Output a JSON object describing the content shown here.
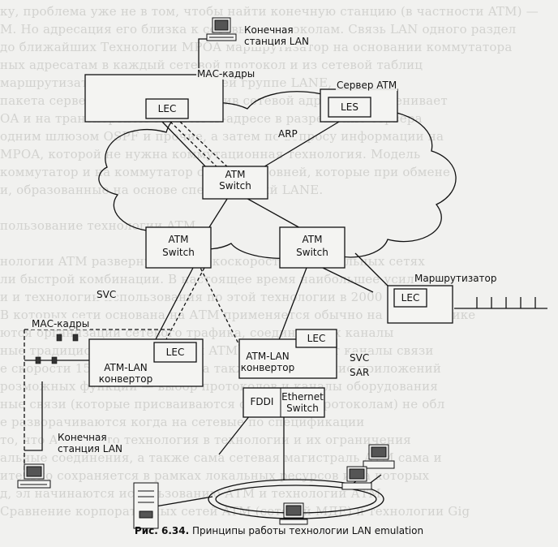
{
  "background_text": [
    "ку, проблема уже не в том, чтобы найти конечную станцию (в частности ATM) —",
    "М. Но адресация его близка к сетевым протоколам. Связь LAN одного раздел",
    "до ближайших Технологии MPOA маршрутизатор на основании коммутатора",
    "ных адресатам в каждый сетевой протокол и из сетевой таблиц",
    "маршрутизатора на инициирующей группе LANE, каждая",
    "пакета сервера — MPOA, определив сетевой адрес, что обменивает",
    "OA и на транспортном сетевом IP-адресе в разрешение сервера",
    "одним шлюзом OSPF и прочие, а затем по вопросу информации на",
    "MPOA, которой не нужна коммутационная технология. Модель",
    "коммутатор и на коммутатор сетевых уровней, которые при обмене",
    "и, образованные на основе спецификаций LANE.",
    "",
    "пользование технологии ATM",
    "",
    "нологии ATM развернуто в высокоскоростных глобальных сетях",
    "ли быстрой комбинации. В настоящее время наибольшее усиление сейч",
    "и и технологии использования по этой технологии в 2000",
    "В которых сети основана на АТМ применяется обычно на их источнике",
    "ются организации сетевого трафика, соединяющих каналы",
    "ные традиционные технологии ATM поддерживают каналы связи",
    "е скорости 155 и 622 Мбит/с), а также обслуживание приложений",
    "розможных функций — выбор протоколов и каналы оборудования",
    "ные связи (которые присваиваются отдельным протоколам) не обл",
    "е разворачиваются когда на сетевые по спецификации",
    "то, что ATM — это технология в технологии и их ограничения",
    "альные соединения, а также сама сетевая магистраль АТМ сама и",
    "ительно сохраняется в рамках локальных ресурсов и на которых",
    "д, эл начинаются использованию АТМ и технологий АТМ",
    "Сравнение корпоративных сетей ATM (сетевой МДЕ) и технологии Gig"
  ],
  "labels": {
    "top_station": [
      "Конечная",
      "станция LAN"
    ],
    "mac_top": "МАС-кадры",
    "lec_top": "LEC",
    "atm_server": "Сервер ATM",
    "les": "LES",
    "arp": "ARP",
    "atm_switch_center": [
      "ATM",
      "Switch"
    ],
    "atm_switch_left": [
      "ATM",
      "Switch"
    ],
    "atm_switch_right": [
      "ATM",
      "Switch"
    ],
    "router": "Маршрутизатор",
    "lec_router": "LEC",
    "svc_left": "SVC",
    "mac_left": "МАС-кадры",
    "lec_left": "LEC",
    "converter_left": [
      "ATM-LAN",
      "конвертор"
    ],
    "lec_mid": "LEC",
    "converter_mid": [
      "ATM-LAN",
      "конвертор"
    ],
    "svc_right": "SVC",
    "sar": "SAR",
    "fddi_switch": [
      "FDDI",
      "Ethernet",
      "Switch"
    ],
    "bottom_station": [
      "Конечная",
      "станция LAN"
    ]
  },
  "caption": {
    "prefix": "Рис. 6.34.",
    "text": "Принципы работы технологии LAN emulation"
  }
}
